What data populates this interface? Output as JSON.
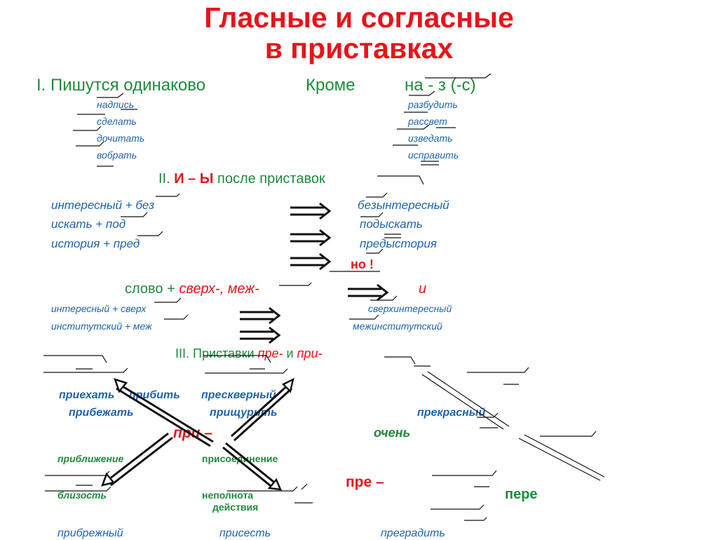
{
  "title": {
    "line1": "Гласные и согласные",
    "line2": "в приставках"
  },
  "section1": {
    "heading": "I. Пишутся одинаково",
    "except_label": "Кроме",
    "except_rule": "на - з (-с)",
    "left_words": [
      "надпись",
      "сделать",
      "дочитать",
      "вобрать"
    ],
    "right_words": [
      "разбудить",
      "рассвет",
      "изведать",
      "исправить"
    ]
  },
  "section2": {
    "heading_prefix": "II. ",
    "heading_highlight": "И – Ы",
    "heading_suffix": " после приставок",
    "pairs": [
      {
        "source": "интересный + без",
        "result": "безынтересный"
      },
      {
        "source": "искать + под",
        "result": "подыскать"
      },
      {
        "source": "история + пред",
        "result": "предыстория"
      }
    ],
    "but_label": "но !",
    "rule_text_plain": "слово + ",
    "rule_text_red": "сверх-, меж-",
    "rule_result": "и",
    "exception_pairs": [
      {
        "source": "интересный + сверх",
        "result": "сверхинтересный"
      },
      {
        "source": "институтский + меж",
        "result": "межинститутский"
      }
    ]
  },
  "section3": {
    "heading_prefix": "III. Приставки ",
    "heading_pre": "пре-",
    "heading_and": " и ",
    "heading_pri": "при-",
    "pri_label": "при –",
    "pre_label": "пре –",
    "ochen_label": "очень",
    "pere_label": "пере",
    "words": {
      "priehat": "приехать",
      "pribit": "прибить",
      "priskverny": "прескверный",
      "pribezhat": "прибежать",
      "prishchurit": "прищурить",
      "prekrasny": "прекрасный",
      "priblizhenie": "приближение",
      "prisoedinenie": "присоединение",
      "blizost": "близость",
      "nepolnota": "неполнота",
      "deystviya": "действия",
      "pribrezhny": "прибрежный",
      "prisest": "присесть",
      "pregradit": "преградить"
    }
  },
  "colors": {
    "title": "#e8131a",
    "heading": "#1f8a3c",
    "example": "#1e63ad",
    "accent": "#e8131a"
  },
  "icons": [
    "right-arrow-icon",
    "double-headed-arrow-icon"
  ]
}
